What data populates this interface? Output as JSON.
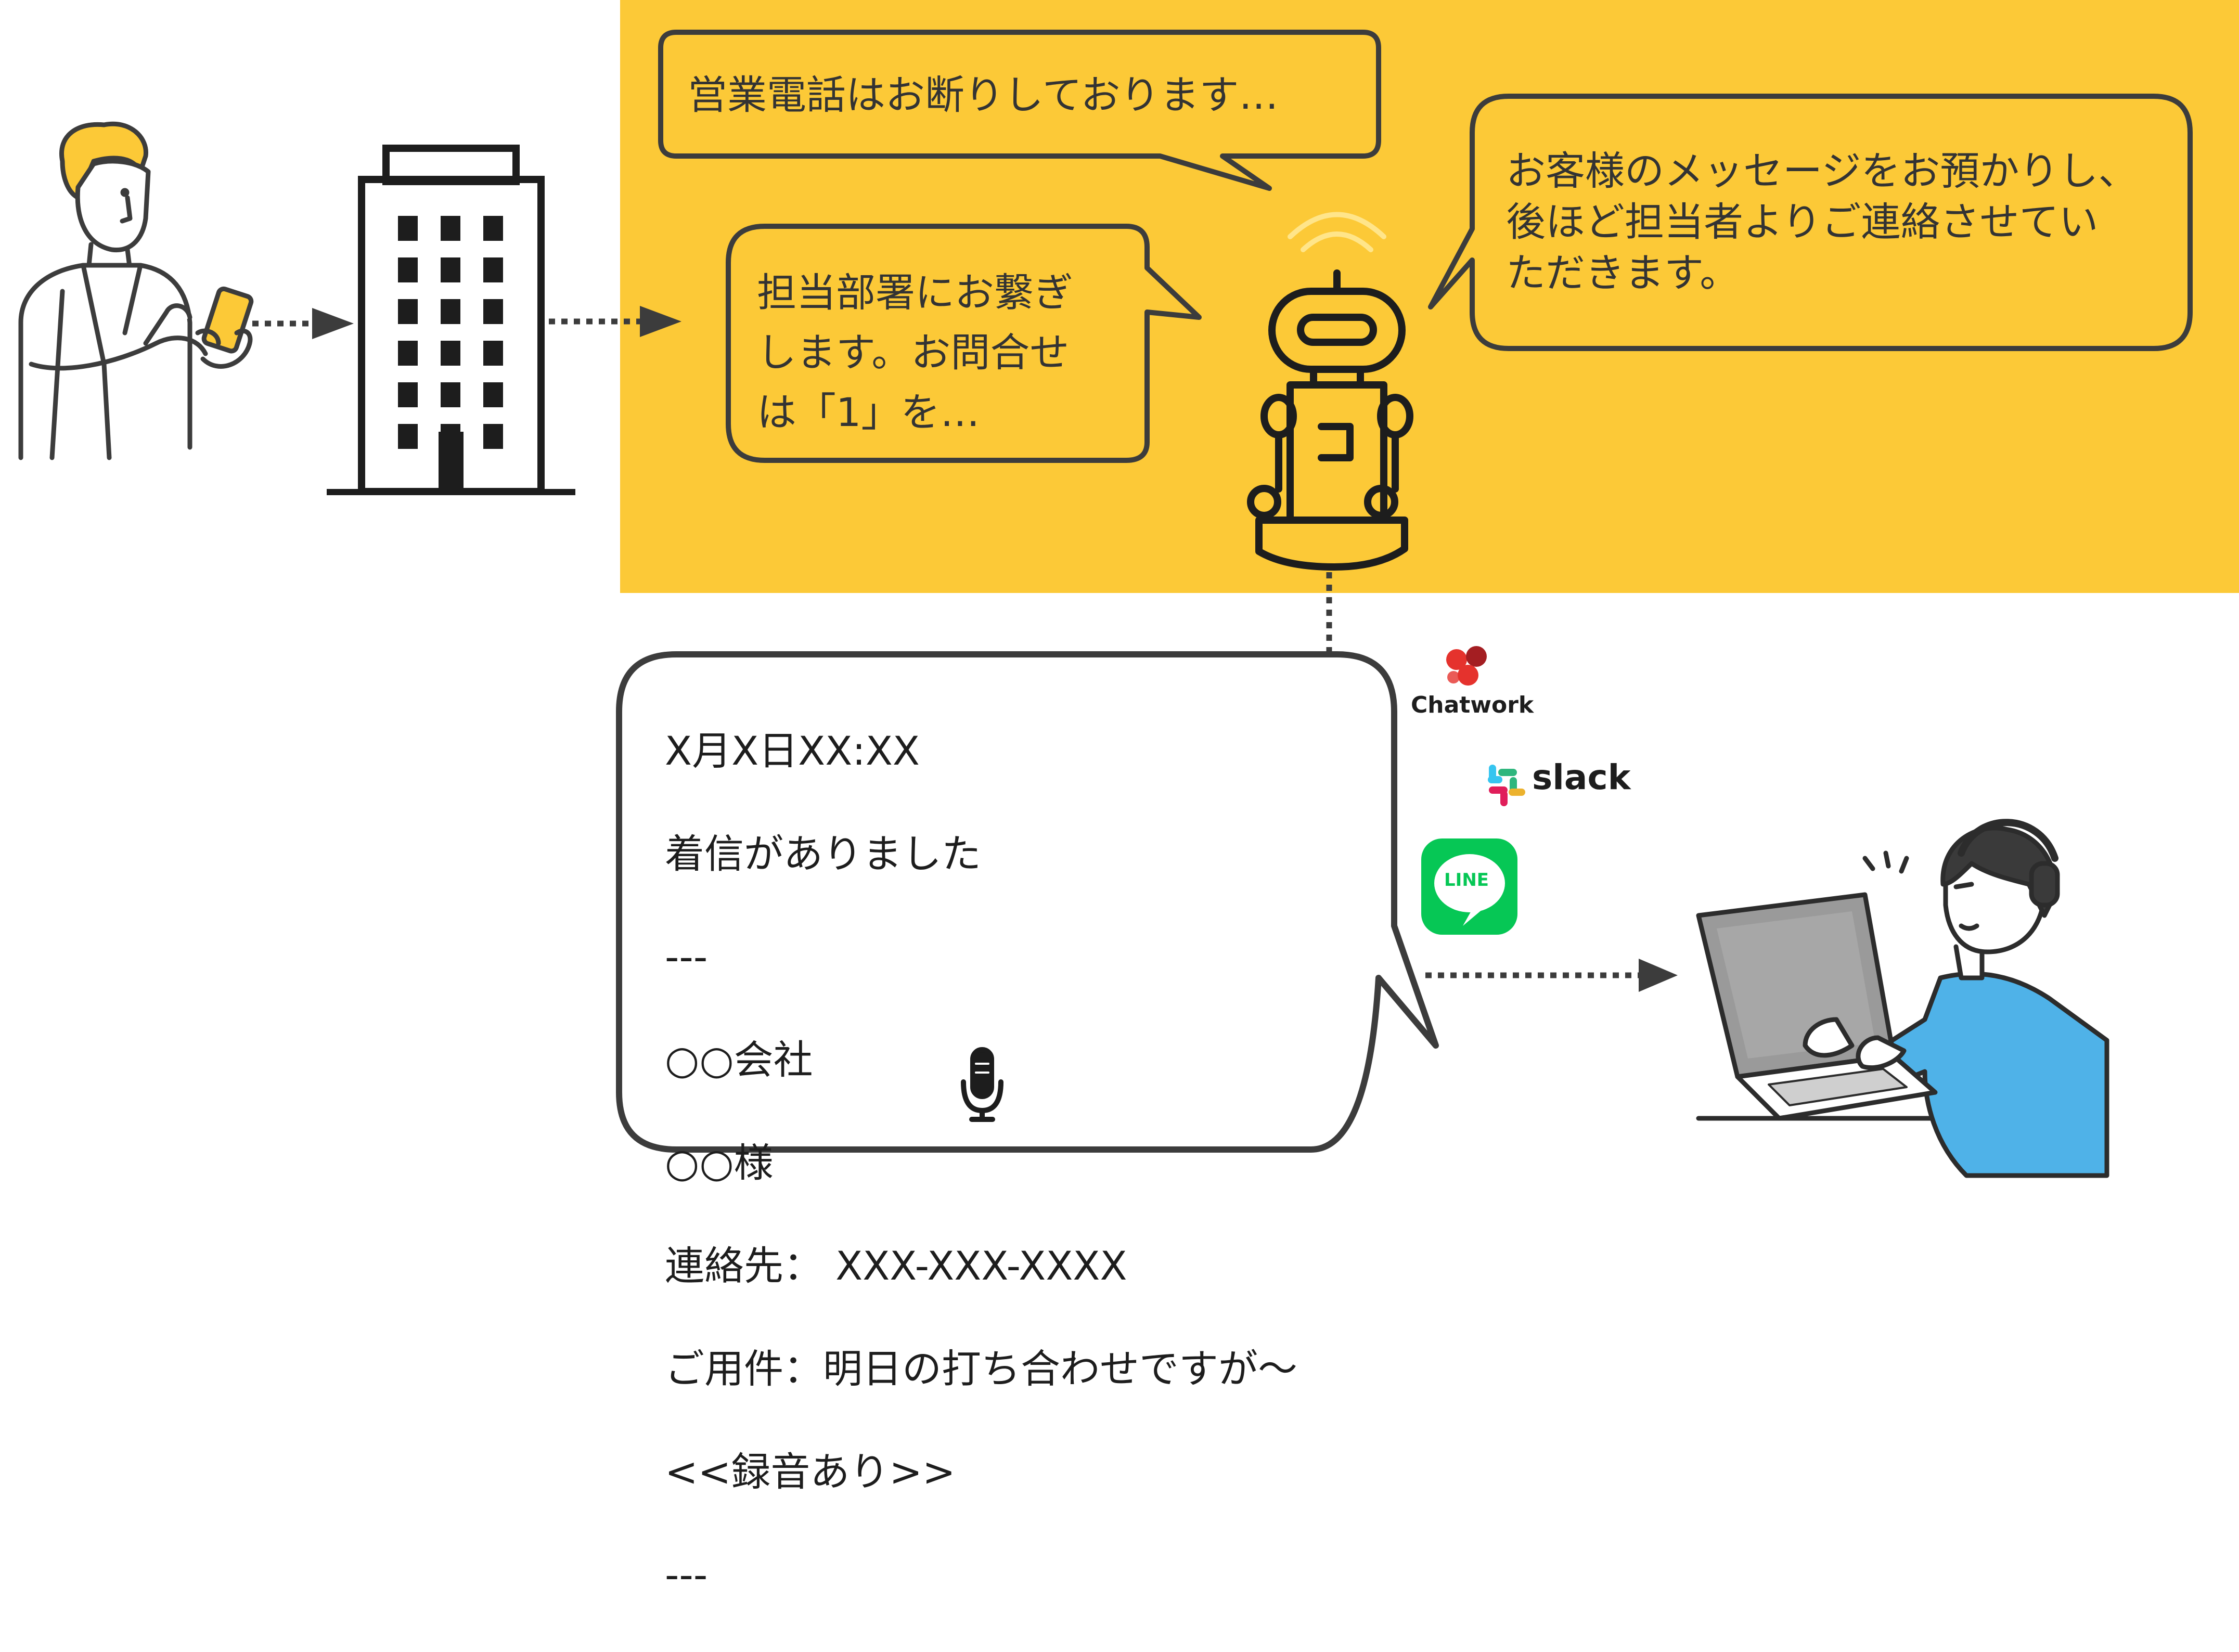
{
  "colors": {
    "accent_yellow": "#fcc937",
    "outline": "#3c3c3c",
    "line_green": "#06c755",
    "person_blue": "#4fb2e8",
    "chatwork_red": "#e5322d",
    "text": "#333333"
  },
  "bubbles": {
    "sales_refusal": "営業電話はお断りしております…",
    "transfer": "担当部署にお繋ぎ\nします。お問合せ\nは「1」を…",
    "message_taking": "お客様のメッセージをお預かりし、\n後ほど担当者よりご連絡させてい\nただきます。"
  },
  "notification": {
    "lines": [
      "X月X日XX:XX",
      "着信がありました",
      "---",
      "○○会社",
      "○○様",
      "連絡先： XXX-XXX-XXXX",
      "ご用件：明日の打ち合わせですが～",
      "<<録音あり>>",
      "---"
    ]
  },
  "apps": {
    "chatwork": "Chatwork",
    "slack": "slack",
    "line": "LINE"
  },
  "icons": {
    "caller": "person-with-smartphone-icon",
    "office": "office-building-icon",
    "robot": "ai-robot-icon",
    "mic": "microphone-icon",
    "staff": "staff-with-laptop-icon"
  }
}
